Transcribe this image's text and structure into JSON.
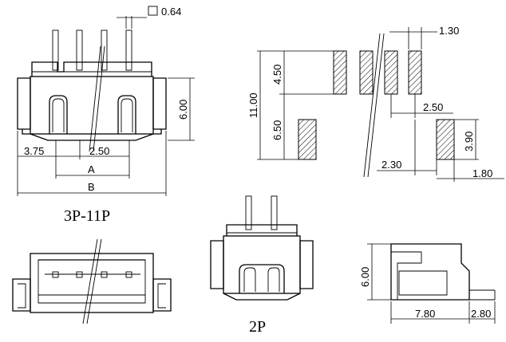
{
  "labels": {
    "top_left_caption": "3P-11P",
    "bottom_caption": "2P"
  },
  "dimensions": {
    "pin_square": "0.64",
    "pitch": "2.50",
    "edge_offset": "3.75",
    "dim_a": "A",
    "dim_b": "B",
    "height_600": "6.00",
    "pad_1_30": "1.30",
    "pad_4_50": "4.50",
    "pad_11_00": "11.00",
    "pad_6_50": "6.50",
    "pad_2_50": "2.50",
    "pad_3_90": "3.90",
    "pad_2_30": "2.30",
    "pad_1_80": "1.80",
    "side_6_00": "6.00",
    "side_7_80": "7.80",
    "side_2_80": "2.80"
  },
  "colors": {
    "line": "#000000",
    "background": "#ffffff"
  }
}
